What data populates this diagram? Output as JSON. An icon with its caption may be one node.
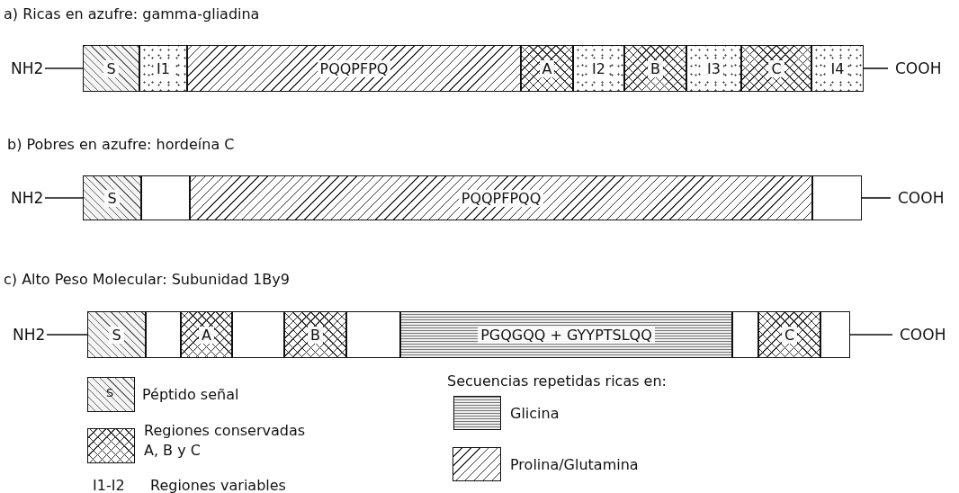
{
  "diagram": {
    "nodes": [
      {
        "text": [
          "NH2"
        ]
      },
      {
        "text": [
          "S"
        ]
      },
      {
        "text": [
          "I1"
        ]
      },
      {
        "text": [
          "PQQPFPQ"
        ]
      },
      {
        "text": [
          "A"
        ]
      },
      {
        "text": [
          "I2"
        ]
      },
      {
        "text": [
          "B"
        ]
      },
      {
        "text": [
          "I3"
        ]
      },
      {
        "text": [
          "C"
        ]
      },
      {
        "text": [
          "I4"
        ]
      },
      {
        "text": [
          "COOH"
        ]
      },
      {
        "text": [
          "NH2"
        ]
      },
      {
        "text": [
          "S"
        ]
      },
      {
        "text": [],
        "shape": "box"
      },
      {
        "text": [
          "PQQPFPQQ"
        ]
      },
      {
        "text": [],
        "shape": "box"
      },
      {
        "text": [
          "COOH"
        ]
      },
      {
        "text": [
          "NH2"
        ]
      },
      {
        "text": [
          "S"
        ]
      },
      {
        "text": [],
        "shape": "box"
      },
      {
        "text": [
          "A"
        ]
      },
      {
        "text": [],
        "shape": "box"
      },
      {
        "text": [
          "B"
        ]
      },
      {
        "text": [],
        "shape": "box"
      },
      {
        "text": [
          "PGQGQQ + GYYPTSLQQ"
        ]
      },
      {
        "text": [],
        "shape": "box"
      },
      {
        "text": [
          "C"
        ]
      },
      {
        "text": [],
        "shape": "box"
      },
      {
        "text": [
          "COOH"
        ]
      }
    ],
    "edges": [
      {
        "from": 0,
        "to": 1,
        "arrow": "none"
      },
      {
        "from": 9,
        "to": 10,
        "arrow": "none"
      },
      {
        "from": 11,
        "to": 12,
        "arrow": "none"
      },
      {
        "from": 15,
        "to": 16,
        "arrow": "none"
      },
      {
        "from": 17,
        "to": 18,
        "arrow": "none"
      },
      {
        "from": 27,
        "to": 28,
        "arrow": "none"
      }
    ],
    "labels": [
      "a) Ricas en azufre: gamma-gliadina",
      "b) Pobres en azufre: hordeína C",
      "c) Alto Peso Molecular: Subunidad 1By9",
      "S",
      "I1-I2",
      "Regiones variables",
      "Secuencias repetidas ricas en:"
    ],
    "legend": [
      {
        "text": "Péptido señal"
      },
      {
        "text": "Regiones conservadas A, B y C"
      },
      {
        "text": "Glicina"
      },
      {
        "text": "Prolina/Glutamina"
      }
    ]
  }
}
